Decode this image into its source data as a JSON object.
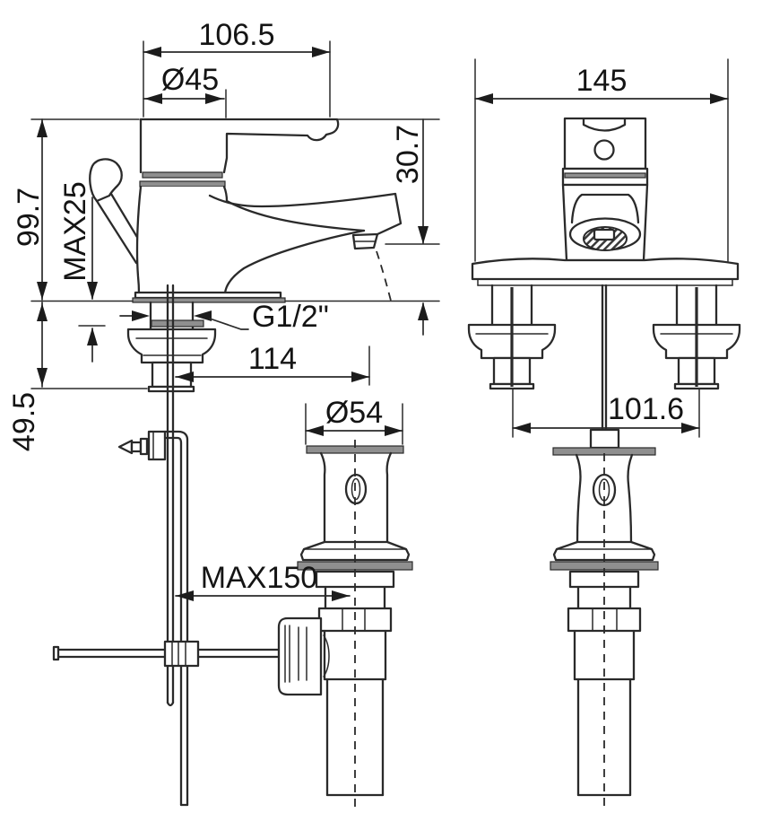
{
  "drawing": {
    "type": "technical-dimension-drawing",
    "subject": "Single-handle basin faucet with pop-up drain, side view and front view",
    "colors": {
      "line": "#2a2a2a",
      "fill_gray": "#8f8f8f",
      "background": "#ffffff"
    },
    "dimensions": {
      "overall_projection": "106.5",
      "handle_body_diameter": "Ø45",
      "front_overall_width": "145",
      "spout_outlet_height": "30.7",
      "overall_height": "99.7",
      "max_deck_thickness": "MAX25",
      "inlet_thread": "G1/2\"",
      "spout_reach": "114",
      "shank_length": "49.5",
      "drain_flange_diameter": "Ø54",
      "shank_spacing": "101.6",
      "lift_rod_reach": "MAX150"
    }
  }
}
